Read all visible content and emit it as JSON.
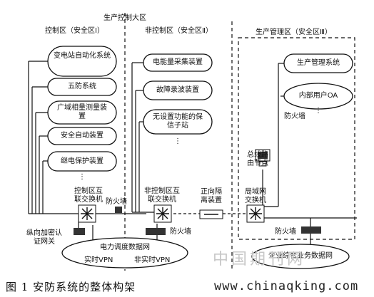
{
  "title": "生产控制大区",
  "zones": {
    "zone1": "控制区（安全区Ⅰ）",
    "zone2": "非控制区（安全区Ⅱ）",
    "zone3": "生产管理区（安全区Ⅲ）"
  },
  "zone1_systems": [
    "变电站自动化系统",
    "五防系统",
    "广域相量测量装置",
    "安全自动装置",
    "继电保护装置"
  ],
  "zone2_systems": [
    "电能量采集装置",
    "故障录波装置",
    "无设置功能的保信子站"
  ],
  "zone3_systems": [
    "生产管理系统",
    "内部用户OA"
  ],
  "ellipsis": "⋮",
  "devices": {
    "switch1": "控制区互联交换机",
    "switch2": "非控制区互联交换机",
    "isolator": "正向隔离装置",
    "switch3": "局域网交换机",
    "bus_node": "总线路由节点",
    "encryption": "纵向加密认证网关",
    "firewall1": "防火墙",
    "firewall2": "防火墙",
    "firewall3": "防火墙"
  },
  "networks": {
    "dispatch": "电力调度数据网",
    "realtime_vpn": "实时VPN",
    "nonrealtime_vpn": "非实时VPN",
    "enterprise": "企业综合业务数据网"
  },
  "caption": "图 1 安防系统的整体构架",
  "watermark_cn": "中国期刊网",
  "watermark_url": "www.chinaqking.com"
}
